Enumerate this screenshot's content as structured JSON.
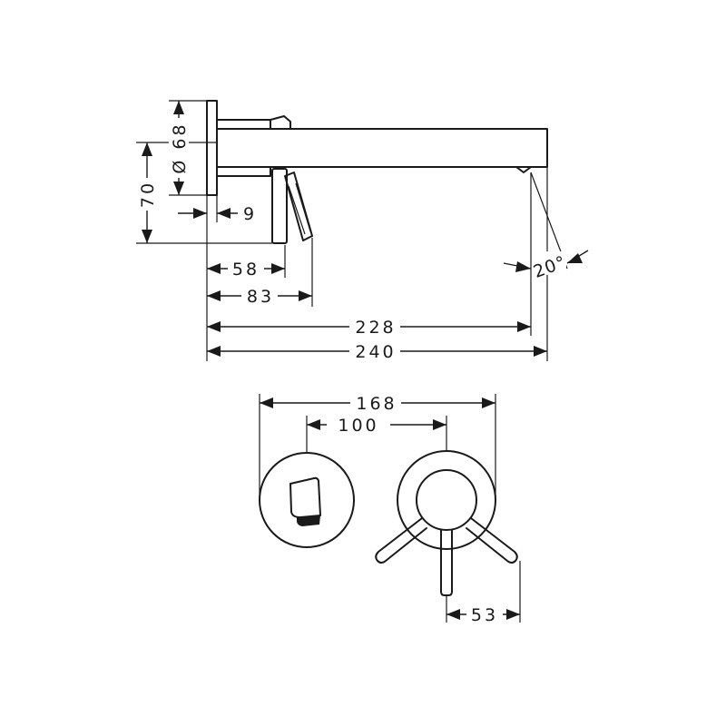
{
  "drawing": {
    "dimensions": {
      "diameter": "Ø 68",
      "height": "70",
      "flange": "9",
      "lever_offset": "58",
      "lever_reach": "83",
      "spout_outlet": "228",
      "total_length": "240",
      "spout_angle": "20°",
      "plate_span": "168",
      "plate_centers": "100",
      "lever_length": "53"
    }
  },
  "colors": {
    "line": "#1a1a1a",
    "background": "#ffffff"
  }
}
